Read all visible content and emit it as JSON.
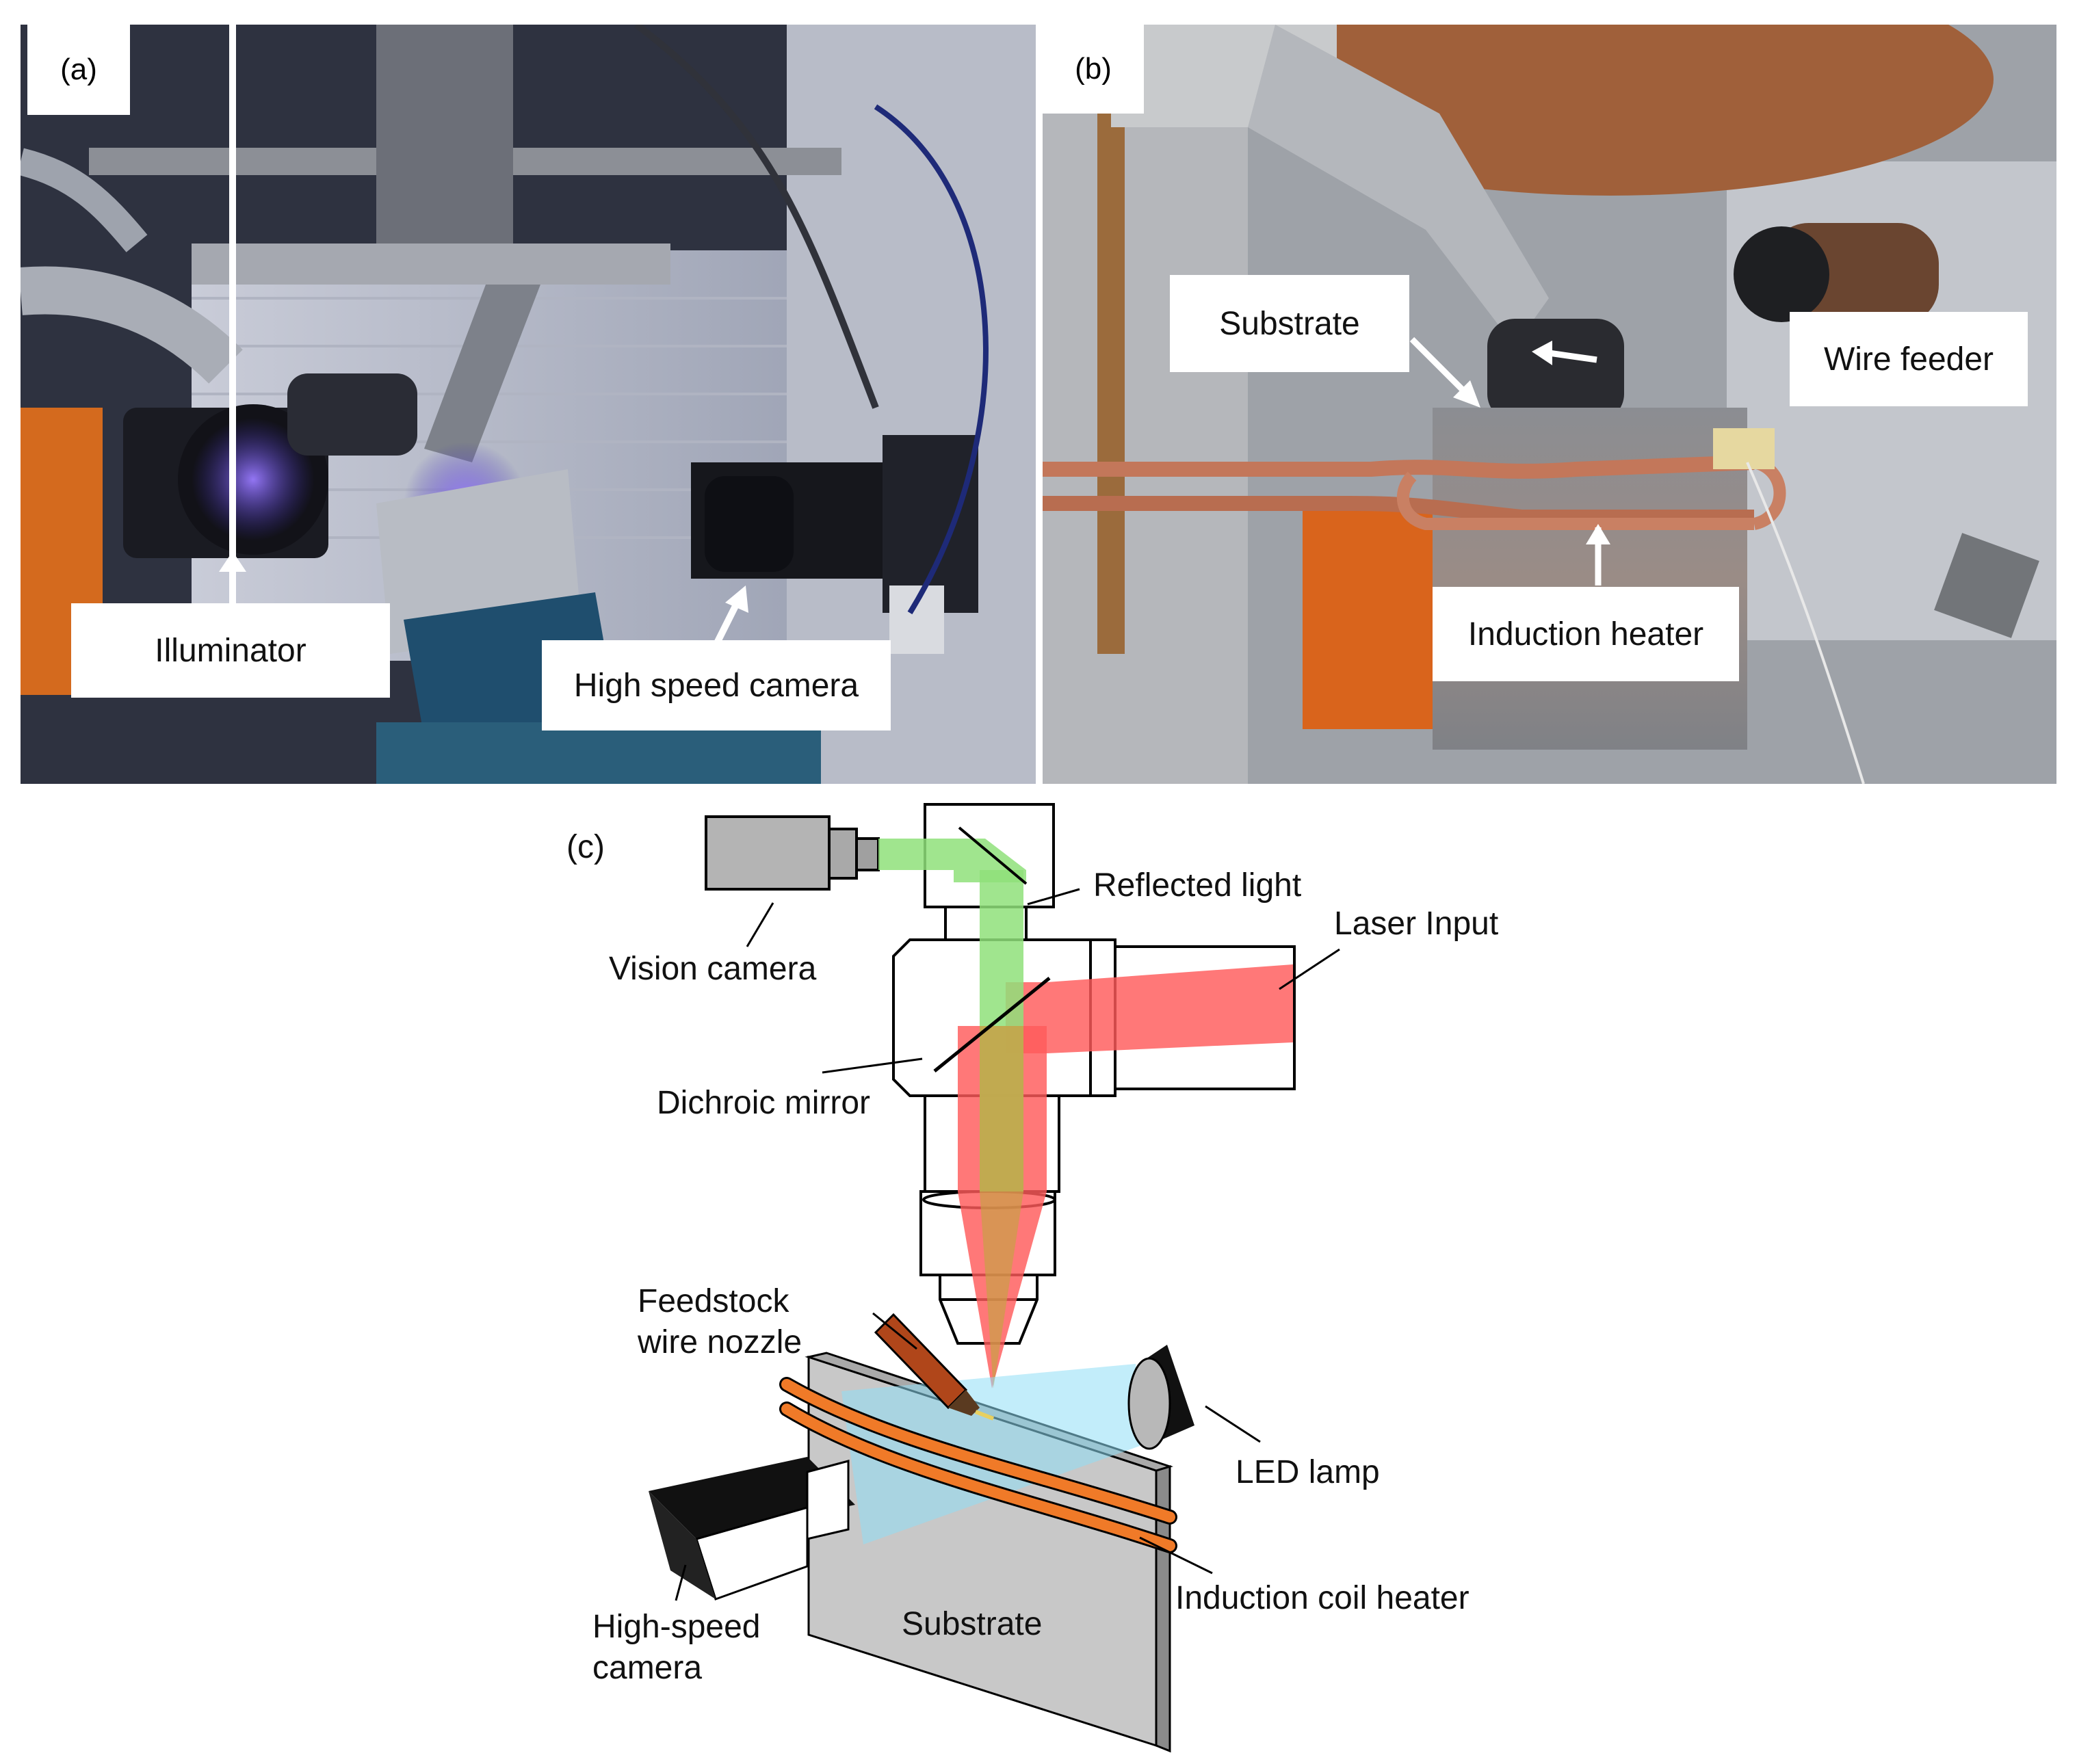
{
  "panels": {
    "a": {
      "tag": "(a)",
      "labels": {
        "illuminator": "Illuminator",
        "high_speed_camera": "High speed camera"
      }
    },
    "b": {
      "tag": "(b)",
      "labels": {
        "substrate": "Substrate",
        "wire_feeder": "Wire feeder",
        "induction_heater": "Induction heater"
      }
    },
    "c": {
      "tag": "(c)",
      "labels": {
        "reflected_light": "Reflected light",
        "laser_input": "Laser Input",
        "vision_camera": "Vision camera",
        "dichroic_mirror": "Dichroic mirror",
        "feedstock_line1": "Feedstock",
        "feedstock_line2": "wire nozzle",
        "led_lamp": "LED lamp",
        "induction_coil_heater": "Induction coil heater",
        "hs_camera_line1": "High-speed",
        "hs_camera_line2": "camera",
        "substrate": "Substrate"
      }
    }
  },
  "colors": {
    "laser": "#ff5a5a",
    "reflected_light": "#8fe07a",
    "led_light": "#8fdff5",
    "coil": "#f07a28",
    "nozzle": "#b0461a",
    "substrate": "#c8c8c8"
  }
}
